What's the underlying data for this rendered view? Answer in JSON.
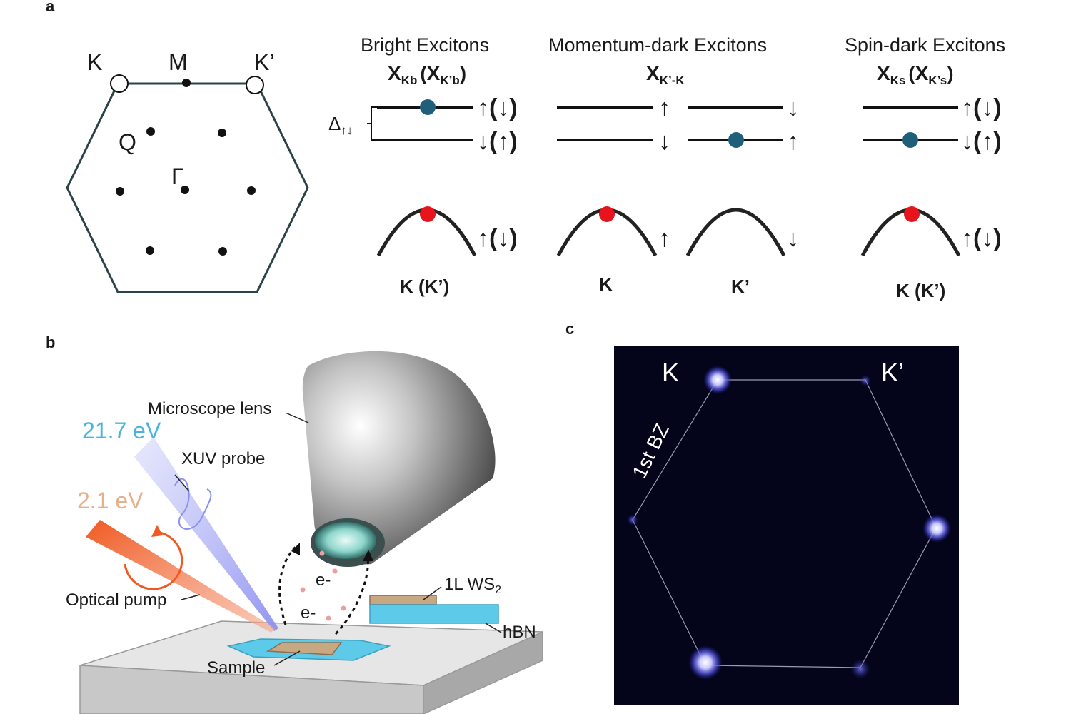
{
  "panels": {
    "a": "a",
    "b": "b",
    "c": "c"
  },
  "bz_points": {
    "K": "K",
    "M": "M",
    "K_prime": "K’",
    "Q": "Q",
    "Gamma": "Γ"
  },
  "exciton_groups": {
    "bright": {
      "title": "Bright Excitons",
      "symbol": "X",
      "sub1": "Kb",
      "paren": "(X",
      "sub2": "K’b",
      "close": ")",
      "upper_spin": "↑(↓)",
      "lower_spin": "↓(↑)",
      "valence_spin": "↑(↓)",
      "valley": "K (K’)",
      "splitting_label": "Δ",
      "splitting_sub": "↑↓"
    },
    "momentum_dark": {
      "title": "Momentum-dark Excitons",
      "symbol": "X",
      "sub": "K’-K",
      "left_upper_spin": "↑",
      "left_lower_spin": "↓",
      "right_upper_spin": "↓",
      "right_lower_spin": "↑",
      "left_valence_spin": "↑",
      "right_valence_spin": "↓",
      "left_valley": "K",
      "right_valley": "K’"
    },
    "spin_dark": {
      "title": "Spin-dark Excitons",
      "symbol": "X",
      "sub1": "Ks",
      "paren": "(X",
      "sub2": "K’s",
      "close": ")",
      "upper_spin": "↑(↓)",
      "lower_spin": "↓(↑)",
      "valence_spin": "↑(↓)",
      "valley": "K (K’)"
    }
  },
  "setup": {
    "microscope_lens": "Microscope lens",
    "xuv_energy": "21.7 eV",
    "xuv_probe": "XUV probe",
    "pump_energy": "2.1 eV",
    "optical_pump": "Optical pump",
    "electron": "e-",
    "sample": "Sample",
    "layer": "1L WS",
    "layer_sub": "2",
    "substrate": "hBN"
  },
  "map": {
    "K": "K",
    "K_prime": "K’",
    "bz_label": "1st BZ"
  },
  "colors": {
    "exciton_electron": "#1f5f7a",
    "hole": "#e8141c",
    "xuv_beam": "#8c8ff0",
    "xuv_text": "#4bb3df",
    "pump_beam": "#f05a22",
    "pump_text": "#e8b08a",
    "hbn": "#5ccae8",
    "ws2": "#c8a882",
    "map_bg": "#04041a",
    "spot": "#8c8cff"
  }
}
